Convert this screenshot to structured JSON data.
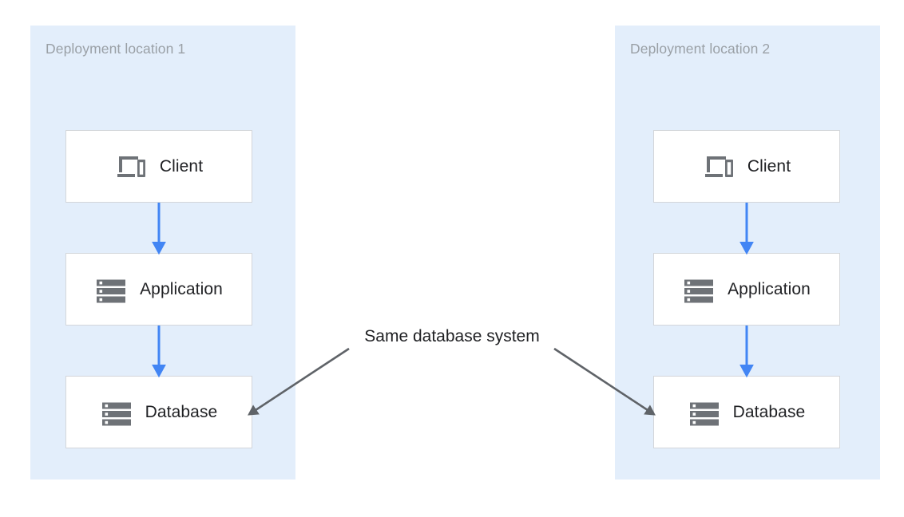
{
  "diagram": {
    "title_note": "Same database system",
    "note_lines": "Same database\nsystem",
    "colors": {
      "panel_background": "#e3eefb",
      "node_border": "#d3d6da",
      "node_fill": "#ffffff",
      "panel_label": "#9aa0a6",
      "node_text": "#202124",
      "flow_arrow": "#4285f4",
      "note_arrow": "#5f6368",
      "page_background": "#ffffff"
    },
    "zones": [
      {
        "id": "deployment-location-1",
        "label": "Deployment location 1",
        "nodes": [
          {
            "id": "client-1",
            "label": "Client",
            "icon": "devices-icon"
          },
          {
            "id": "application-1",
            "label": "Application",
            "icon": "server-icon"
          },
          {
            "id": "database-1",
            "label": "Database",
            "icon": "database-icon"
          }
        ],
        "flows": [
          {
            "from": "client-1",
            "to": "application-1"
          },
          {
            "from": "application-1",
            "to": "database-1"
          }
        ]
      },
      {
        "id": "deployment-location-2",
        "label": "Deployment location 2",
        "nodes": [
          {
            "id": "client-2",
            "label": "Client",
            "icon": "devices-icon"
          },
          {
            "id": "application-2",
            "label": "Application",
            "icon": "server-icon"
          },
          {
            "id": "database-2",
            "label": "Database",
            "icon": "database-icon"
          }
        ],
        "flows": [
          {
            "from": "client-2",
            "to": "application-2"
          },
          {
            "from": "application-2",
            "to": "database-2"
          }
        ]
      }
    ],
    "annotations": [
      {
        "id": "same-db-note",
        "text": "Same database system",
        "targets": [
          "database-1",
          "database-2"
        ]
      }
    ]
  }
}
